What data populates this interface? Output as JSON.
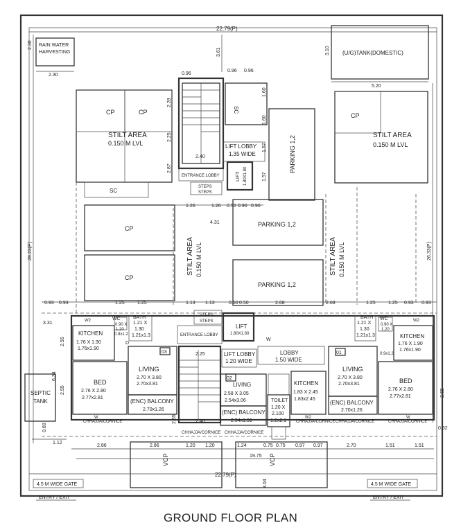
{
  "title": "GROUND FLOOR PLAN",
  "dims": {
    "top_width": "22.79(P)",
    "bottom_width": "22.79(P)",
    "left_height": "28.23(P)",
    "right_height": "26.33(P)",
    "d_361": "3.61",
    "d_230a": "2.30",
    "d_230b": "2.30",
    "d_310": "3.10",
    "d_520": "5.20",
    "d_096a": "0.96",
    "d_096b": "0.96",
    "d_160a": "1.60",
    "d_160b": "1.60",
    "d_157": "1.57",
    "d_228": "2.28",
    "d_225": "2.25",
    "d_240": "2.40",
    "d_126a": "1.26",
    "d_126b": "1.26",
    "d_090a": "0.90",
    "d_090b": "0.90",
    "d_431": "4.31",
    "d_093a": "0.93",
    "d_093b": "0.93",
    "d_125a": "1.25",
    "d_125b": "1.25",
    "d_113a": "1.13",
    "d_113b": "1.13",
    "d_050": "0.50",
    "d_268a": "2.68",
    "d_268b": "2.68",
    "d_125c": "1.25",
    "d_125d": "1.25",
    "d_093c": "0.93",
    "d_093d": "0.93",
    "d_331": "3.31",
    "d_255a": "2.55",
    "d_255b": "2.55",
    "d_255c": "2.55",
    "d_634": "6.34",
    "d_060": "0.60",
    "d_112": "1.12",
    "d_062": "0.62",
    "d_286a": "2.86",
    "d_286b": "2.86",
    "d_120a": "1.20",
    "d_120b": "1.20",
    "d_124": "1.24",
    "d_075": "0.75",
    "d_097a": "0.97",
    "d_097b": "0.97",
    "d_270": "2.70",
    "d_151a": "1.51",
    "d_151b": "1.51",
    "d_1975": "19.75",
    "d_304": "3.04",
    "d_265": "2.65",
    "d_287": "2.87"
  },
  "rooms": {
    "rain_water_1": "RAIN WATER",
    "rain_water_2": "HARVESTING",
    "ug_tank": "(U/G)TANK(DOMESTIC)",
    "cp": "CP",
    "stilt_area_top_left": "STILT AREA",
    "stilt_level": "0.150 M LVL",
    "stilt_area_top_right": "STILT AREA",
    "stilt_area_mid_left": "STILT AREA",
    "stilt_area_mid_right": "STILT AREA",
    "sc": "SC",
    "lift_lobby_top_1": "LIFT LOBBY",
    "lift_lobby_top_2": "1.35 WIDE",
    "lift_top_1": "LIFT",
    "lift_top_2": "1.80X1.80",
    "entrance_lobby": "ENTRANCE LOBBY",
    "steps": "STEPS",
    "parking_vertical": "PARKING 1,2",
    "parking_mid": "PARKING 1,2",
    "parking_low": "PARKING 1,2",
    "lift_mid_1": "LIFT",
    "lift_mid_2": "1.80X1.80",
    "lift_lobby_1": "LIFT LOBBY",
    "lift_lobby_2": "1.20 WIDE",
    "lobby_1": "LOBBY",
    "lobby_2": "1.50 WIDE",
    "kitchen": "KITCHEN",
    "kitchen_left_dim1": "1.76 X 1.90",
    "kitchen_left_dim2": "1.76x1.90",
    "kitchen_right_dim1": "1.76 X 1.90",
    "kitchen_right_dim2": "1.76x1.90",
    "kitchen_mid_dim1": "1.83 X 2.45",
    "kitchen_mid_dim2": "1.83x2.45",
    "bed": "BED",
    "bed_dim1": "2.76 X 2.80",
    "bed_dim2": "2.77x2.81",
    "living": "LIVING",
    "living_dim1": "2.70 X 3.80",
    "living_dim2": "2.70x3.81",
    "living_mid_dim1": "2.58 X 3.05",
    "living_mid_dim2": "2.54x3.06",
    "enc_balcony": "(ENC) BALCONY",
    "balcony_dim": "2.70x1.26",
    "balcony_mid_dim": "2.54x1.31",
    "toilet_1": "TOILET",
    "toilet_2": "1.20 X",
    "toilet_3": "2.100",
    "toilet_4": "1.2x2.1",
    "bath": "BATH",
    "bath_dim1": "1.21 X",
    "bath_dim2": "1.30",
    "bath_dim3": "1.21x1.3",
    "wc": "WC",
    "wc_dim1": "0.90 X",
    "wc_dim2": "1.20",
    "wc_dim3": "0.9x1.2",
    "flat_03": "03",
    "flat_02": "02",
    "flat_01": "01",
    "septic_1": "SEPTIC",
    "septic_2": "TANK",
    "chhajja": "CHHAJJA/CORNICE",
    "vcp": "VCP",
    "gate": "4.5 M WIDE GATE",
    "entry_exit": "ENTRY / EXIT",
    "w": "W",
    "w2": "W2",
    "d": "D"
  }
}
